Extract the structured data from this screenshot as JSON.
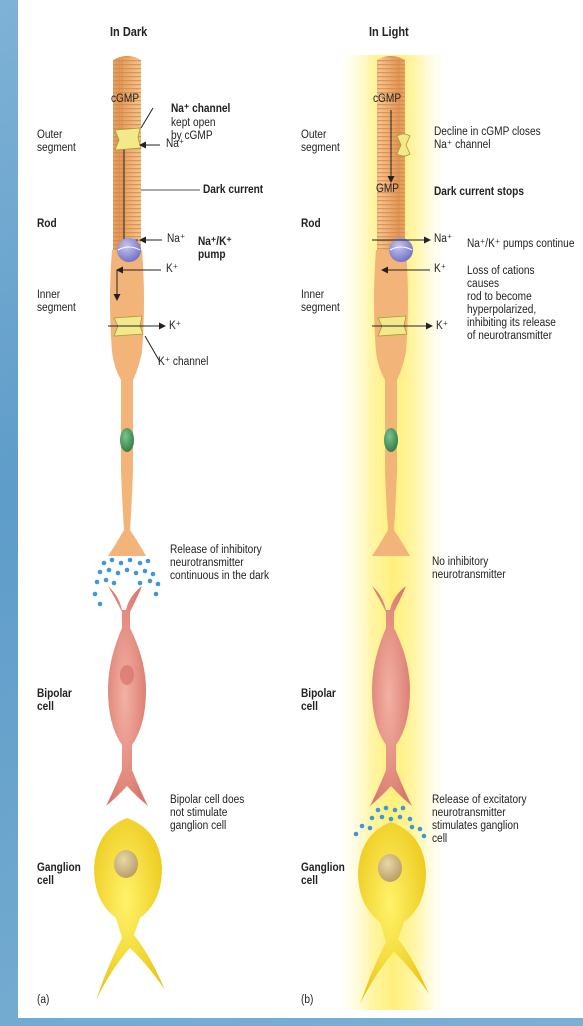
{
  "panel_a": {
    "title": "In Dark",
    "cgmp": "cGMP",
    "outer_segment": "Outer\nsegment",
    "rod": "Rod",
    "inner_segment": "Inner\nsegment",
    "na_channel_title": "Na⁺ channel",
    "na_channel_note": "kept open\nby cGMP",
    "na_in_1": "Na⁺",
    "dark_current": "Dark current",
    "na_in_2": "Na⁺",
    "k_out_1": "K⁺",
    "pump_label": "Na⁺/K⁺\npump",
    "k_out_2": "K⁺",
    "k_channel": "K⁺ channel",
    "release_text": "Release of inhibitory\nneurotransmitter\ncontinuous in the dark",
    "bipolar": "Bipolar\ncell",
    "bipolar_text": "Bipolar cell does\nnot stimulate\nganglion cell",
    "ganglion": "Ganglion\ncell",
    "letter": "(a)"
  },
  "panel_b": {
    "title": "In Light",
    "cgmp": "cGMP",
    "gmp": "GMP",
    "outer_segment": "Outer\nsegment",
    "rod": "Rod",
    "inner_segment": "Inner\nsegment",
    "decline_text": "Decline in cGMP closes\nNa⁺ channel",
    "dark_current_stops": "Dark current stops",
    "na_in": "Na⁺",
    "pumps_continue": "Na⁺/K⁺ pumps continue",
    "k_out_1": "K⁺",
    "loss_text": "Loss of cations causes\nrod to become\nhyperpolarized,\ninhibiting its release\nof neurotransmitter",
    "k_out_2": "K⁺",
    "no_inhibitory": "No inhibitory\nneurotransmitter",
    "bipolar": "Bipolar\ncell",
    "release_excitatory": "Release of excitatory\nneurotransmitter\nstimulates ganglion\ncell",
    "ganglion": "Ganglion\ncell",
    "letter": "(b)"
  },
  "colors": {
    "rod": "#f0b073",
    "rod_stripe": "#d98f4e",
    "bipolar": "#e58f7f",
    "ganglion": "#f7dd3e",
    "nucleus_green": "#3e9157",
    "pump": "#8f8fd8",
    "channel": "#f3e98a",
    "neurotransmitter": "#3f97d6",
    "light_glow": "#fff07a",
    "background": "#6aa7d0"
  }
}
